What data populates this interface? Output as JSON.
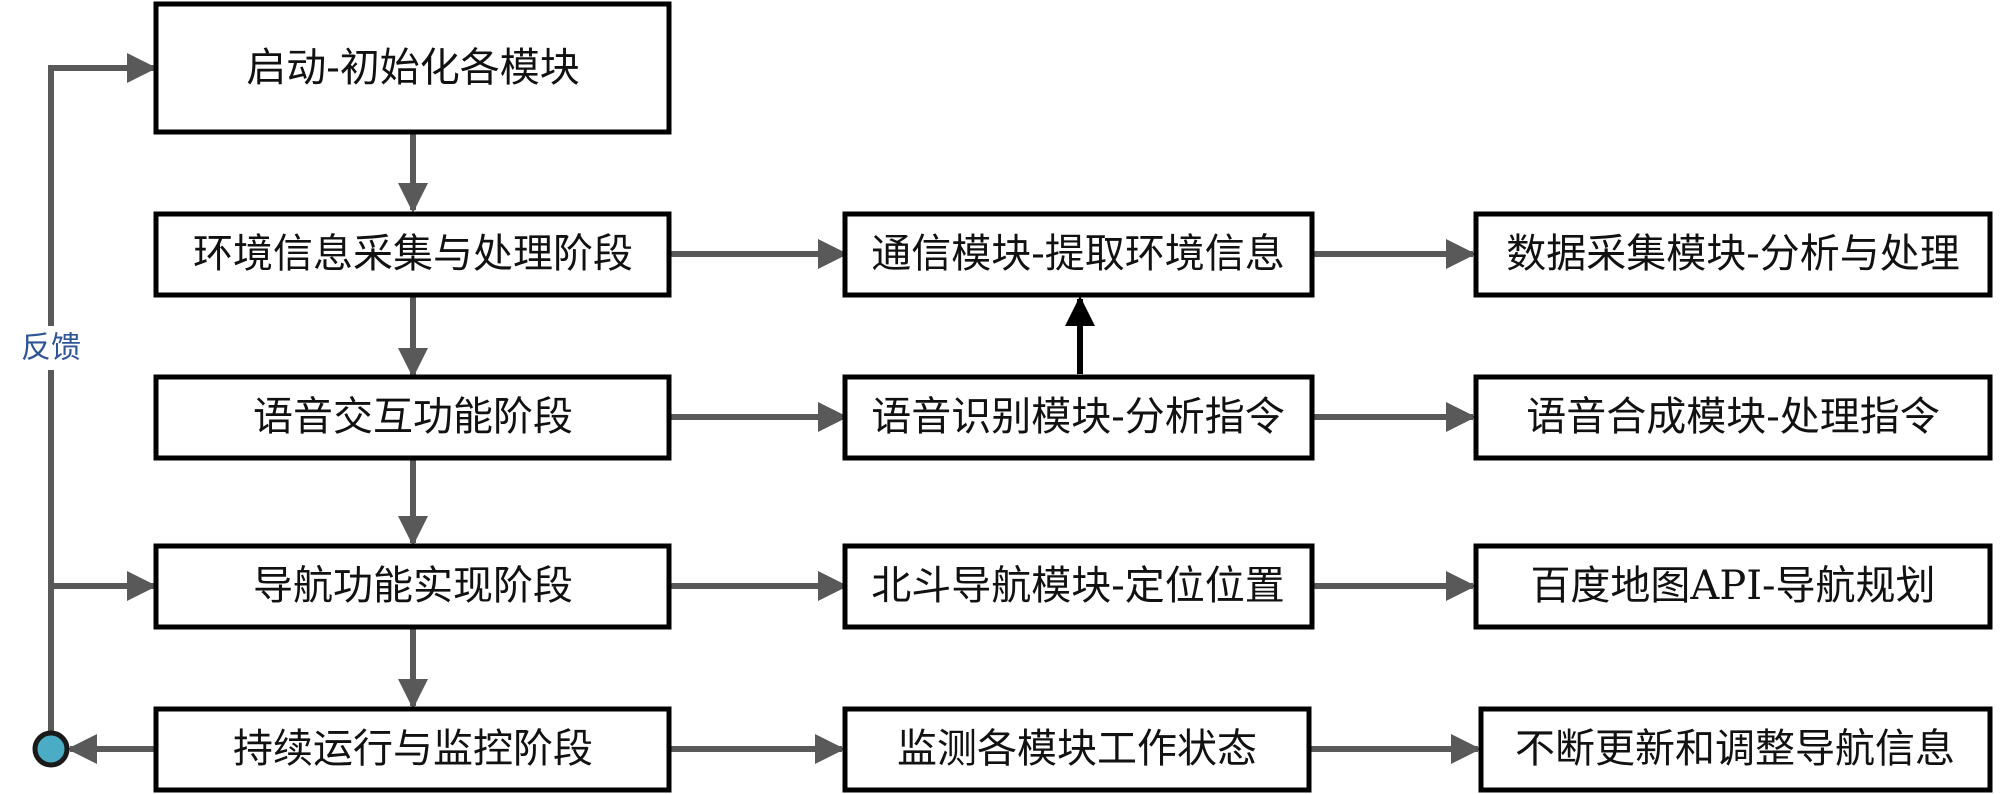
{
  "colors": {
    "arrow": "#595959",
    "arrow_emphasis": "#000000",
    "box_border": "#000000",
    "feedback_text": "#2f5597",
    "start_dot": "#4bacc6"
  },
  "feedback_label": "反馈",
  "boxes": {
    "start": "启动-初始化各模块",
    "env_stage": "环境信息采集与处理阶段",
    "comm_module": "通信模块-提取环境信息",
    "data_module": "数据采集模块-分析与处理",
    "voice_stage": "语音交互功能阶段",
    "speech_recog": "语音识别模块-分析指令",
    "speech_synth": "语音合成模块-处理指令",
    "nav_stage": "导航功能实现阶段",
    "beidou": "北斗导航模块-定位位置",
    "baidu_map": "百度地图API-导航规划",
    "monitor_stage": "持续运行与监控阶段",
    "monitor_modules": "监测各模块工作状态",
    "update_nav": "不断更新和调整导航信息"
  }
}
